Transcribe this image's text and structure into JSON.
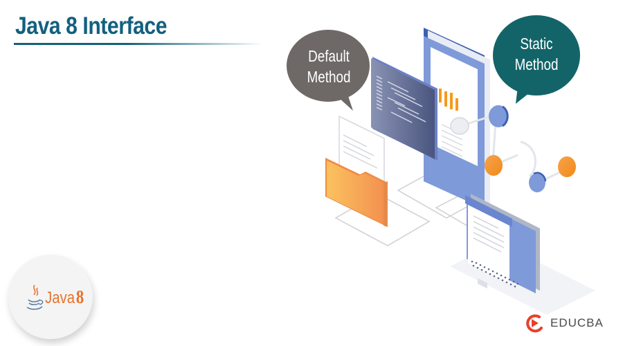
{
  "header": {
    "title": "Java 8 Interface"
  },
  "illustration": {
    "bubbles": [
      {
        "id": "default",
        "line1": "Default",
        "line2": "Method",
        "color": "#6e6866"
      },
      {
        "id": "static",
        "line1": "Static",
        "line2": "Method",
        "color": "#136468"
      }
    ],
    "colors": {
      "device_blue": "#7d97d6",
      "device_dark": "#3b5db0",
      "code_panel": "#5b6590",
      "folder_orange": "#f7a352",
      "accent_orange": "#f39a1e"
    }
  },
  "badge": {
    "word": "Java",
    "version": "8",
    "icon": "java-cup-icon",
    "color": "#e8732d"
  },
  "brand": {
    "name": "EDUCBA",
    "icon": "educba-logo-icon",
    "color": "#e8402c"
  }
}
